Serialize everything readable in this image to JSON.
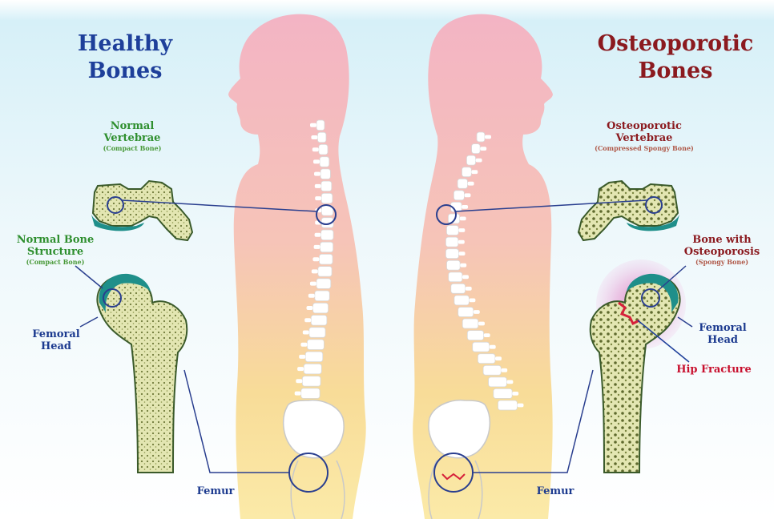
{
  "left": {
    "title": [
      "Healthy",
      "Bones"
    ],
    "vertebrae_label": [
      "Normal",
      "Vertebrae"
    ],
    "vertebrae_sub": "(Compact Bone)",
    "structure_label": [
      "Normal Bone",
      "Structure"
    ],
    "structure_sub": "(Compact Bone)",
    "femoral_head": [
      "Femoral",
      "Head"
    ],
    "femur": "Femur"
  },
  "right": {
    "title": [
      "Osteoporotic",
      "Bones"
    ],
    "vertebrae_label": [
      "Osteoporotic",
      "Vertebrae"
    ],
    "vertebrae_sub": "(Compressed Spongy Bone)",
    "structure_label": [
      "Bone with",
      "Osteoporosis"
    ],
    "structure_sub": "(Spongy Bone)",
    "femoral_head": [
      "Femoral",
      "Head"
    ],
    "fracture": "Hip Fracture",
    "femur": "Femur"
  },
  "colors": {
    "sky": "#dff3fa",
    "silhouette_top": "#f2b6c6",
    "silhouette_bottom": "#f7e08a",
    "bone_fill": "#e6e8b8",
    "bone_outline": "#3a5a2a",
    "cartilage": "#1f8f8a",
    "pointer_line": "#2a3f8f",
    "fracture": "#d6203a"
  }
}
